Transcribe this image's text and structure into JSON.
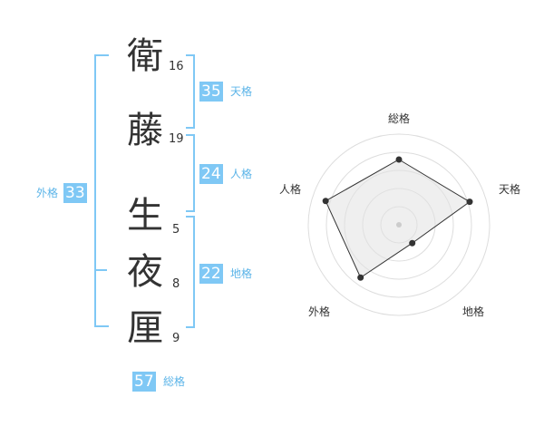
{
  "name_chars": [
    {
      "char": "衛",
      "strokes": "16"
    },
    {
      "char": "藤",
      "strokes": "19"
    },
    {
      "char": "生",
      "strokes": "5"
    },
    {
      "char": "夜",
      "strokes": "8"
    },
    {
      "char": "厘",
      "strokes": "9"
    }
  ],
  "kaku": {
    "tenkaku": {
      "label": "天格",
      "value": "35"
    },
    "jinkaku": {
      "label": "人格",
      "value": "24"
    },
    "chikaku": {
      "label": "地格",
      "value": "22"
    },
    "gaikaku": {
      "label": "外格",
      "value": "33"
    },
    "soukaku": {
      "label": "総格",
      "value": "57"
    }
  },
  "radar": {
    "axes": [
      "総格",
      "天格",
      "地格",
      "外格",
      "人格"
    ],
    "values": [
      0.72,
      0.82,
      0.25,
      0.72,
      0.85
    ]
  },
  "colors": {
    "accent": "#7fc8f5",
    "accent_text": "#5bb4e8",
    "text": "#333333"
  }
}
